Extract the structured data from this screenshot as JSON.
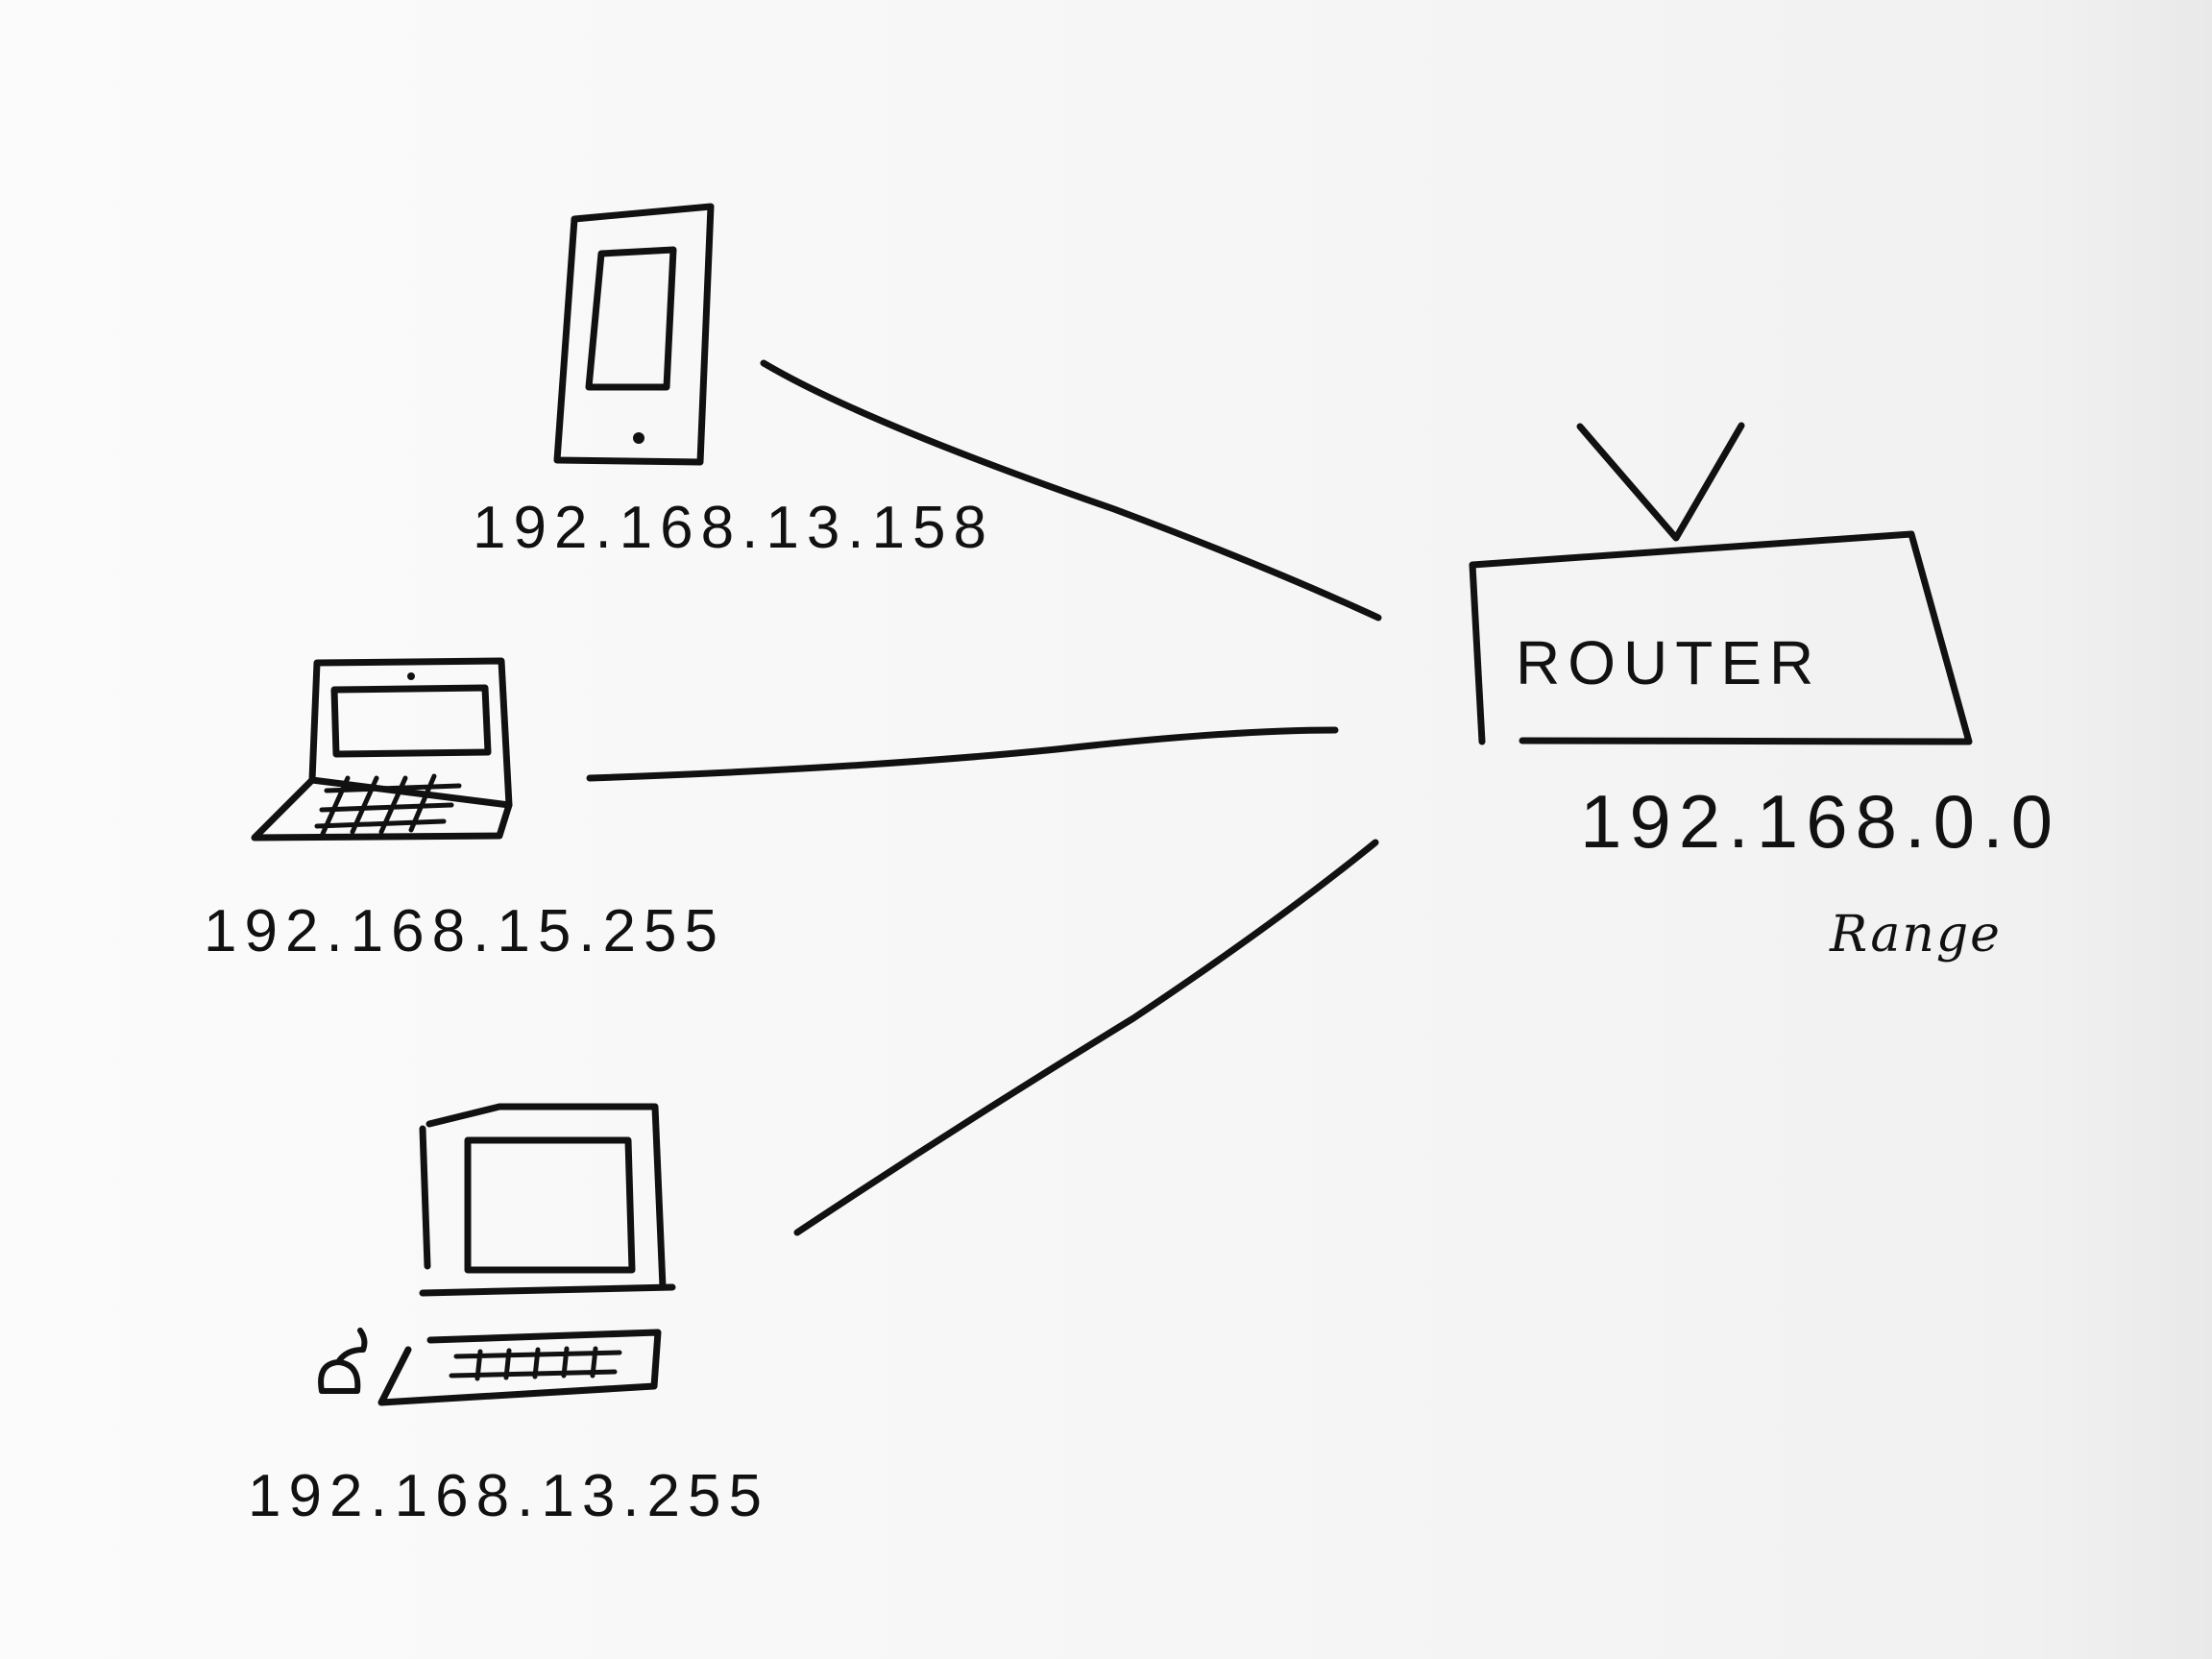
{
  "diagram": {
    "router": {
      "box_text": "ROUTER",
      "ip": "192.168.0.0",
      "note": "Range"
    },
    "devices": [
      {
        "kind": "phone",
        "icon": "phone-icon",
        "ip": "192.168.13.158"
      },
      {
        "kind": "laptop",
        "icon": "laptop-icon",
        "ip": "192.168.15.255"
      },
      {
        "kind": "desktop",
        "icon": "desktop-computer-icon",
        "ip": "192.168.13.255"
      }
    ],
    "colors": {
      "ink": "#111111",
      "paper": "#f8f8f8"
    }
  }
}
